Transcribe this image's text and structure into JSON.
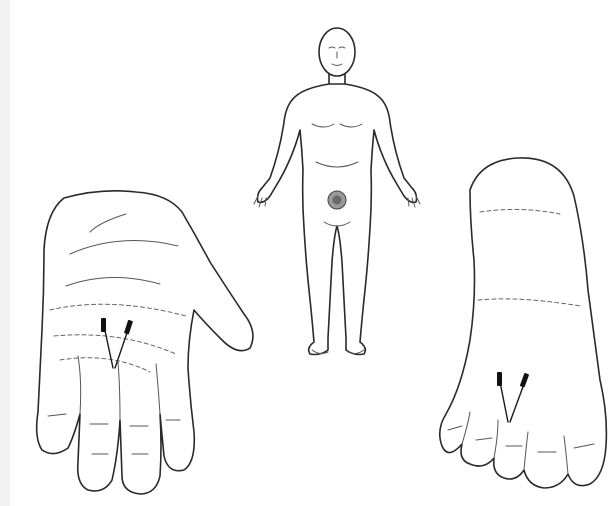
{
  "figures": [
    {
      "name": "palm-of-hand",
      "needle_count": 2
    },
    {
      "name": "body-front-view",
      "marked_point": "lower-abdomen"
    },
    {
      "name": "sole-of-foot",
      "needle_count": 2
    }
  ],
  "colors": {
    "ink": "#2a2a2a",
    "marker": "#888888",
    "background": "#ffffff"
  }
}
